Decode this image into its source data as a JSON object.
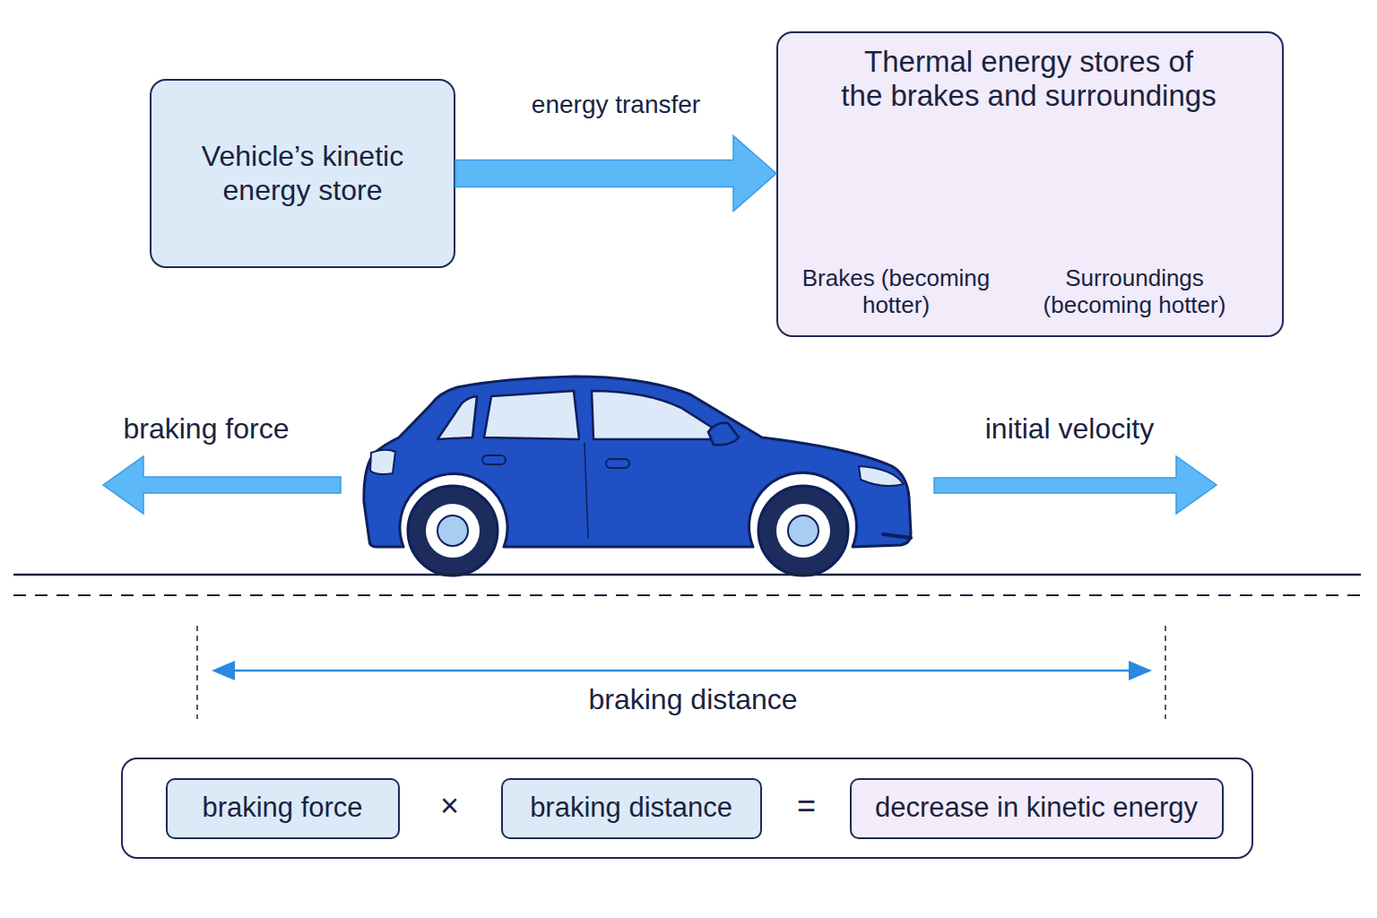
{
  "diagram": {
    "nodes": [
      {
        "text": [
          "Vehicle’s kinetic energy store"
        ]
      },
      {
        "text": [
          "Thermal energy stores of the brakes and surroundings",
          "Brakes (becoming hotter)",
          "Surroundings (becoming hotter)"
        ]
      },
      {
        "text": [
          "×",
          "="
        ]
      },
      {
        "text": [
          "braking force"
        ],
        "in": 2
      },
      {
        "text": [
          "braking distance"
        ],
        "in": 2
      },
      {
        "text": [
          "decrease in kinetic energy"
        ],
        "in": 2
      }
    ],
    "edges": [
      {
        "from": 0,
        "to": 1,
        "arrow": "to",
        "label": "energy transfer"
      }
    ],
    "labels": [
      "braking force",
      "initial velocity",
      "braking distance"
    ]
  }
}
